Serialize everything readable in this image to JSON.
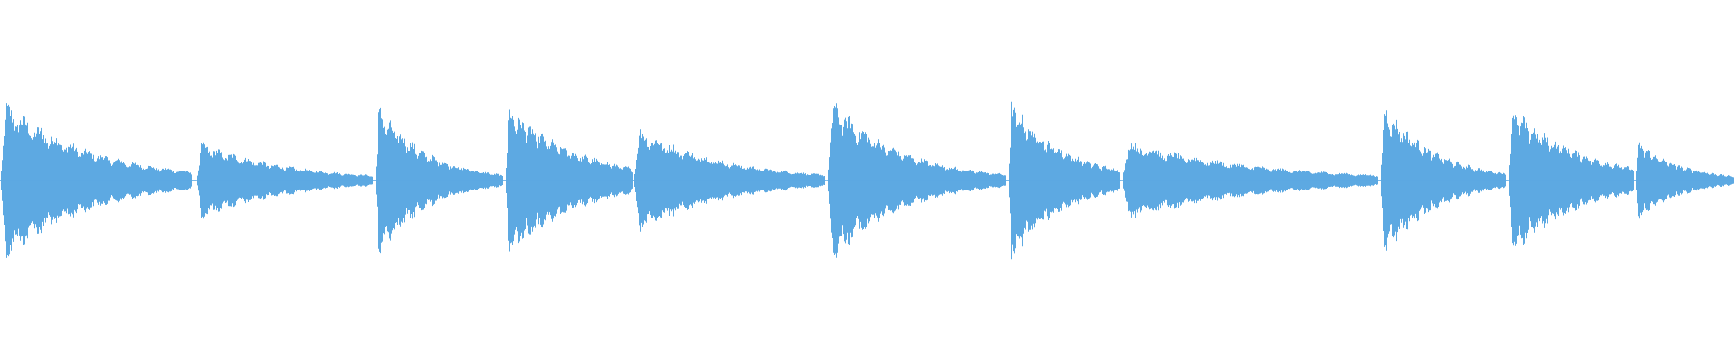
{
  "waveform": {
    "color": "#5DA9E2",
    "background": "#FFFFFF",
    "segments": [
      {
        "start": 0.0,
        "end": 0.111,
        "peak": 0.48,
        "decay": 2.2
      },
      {
        "start": 0.113,
        "end": 0.215,
        "peak": 0.23,
        "decay": 2.0
      },
      {
        "start": 0.216,
        "end": 0.29,
        "peak": 0.46,
        "decay": 2.6
      },
      {
        "start": 0.291,
        "end": 0.365,
        "peak": 0.45,
        "decay": 1.8
      },
      {
        "start": 0.365,
        "end": 0.476,
        "peak": 0.32,
        "decay": 2.2
      },
      {
        "start": 0.477,
        "end": 0.58,
        "peak": 0.5,
        "decay": 2.6
      },
      {
        "start": 0.581,
        "end": 0.646,
        "peak": 0.48,
        "decay": 2.0
      },
      {
        "start": 0.647,
        "end": 0.795,
        "peak": 0.24,
        "decay": 2.0
      },
      {
        "start": 0.796,
        "end": 0.869,
        "peak": 0.47,
        "decay": 2.4
      },
      {
        "start": 0.87,
        "end": 0.942,
        "peak": 0.45,
        "decay": 1.8
      },
      {
        "start": 0.943,
        "end": 1.0,
        "peak": 0.24,
        "decay": 2.2
      }
    ]
  }
}
